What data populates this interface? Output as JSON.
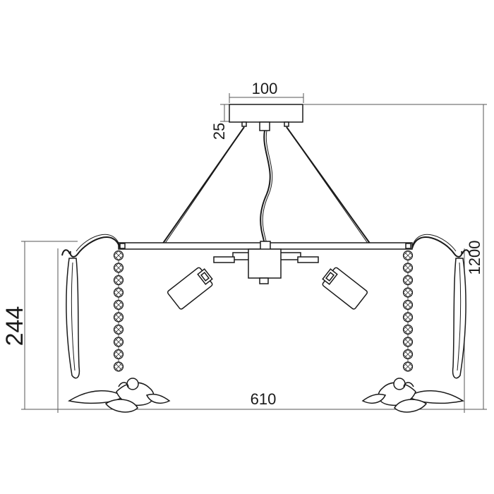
{
  "drawing": {
    "dimensions": {
      "canopy_width": "100",
      "canopy_height": "25",
      "overall_width": "610",
      "max_height": "1200",
      "lamp_height": "244"
    }
  },
  "colors": {
    "line": "#1a1a1a",
    "dim_line": "#555555",
    "background": "#ffffff"
  }
}
